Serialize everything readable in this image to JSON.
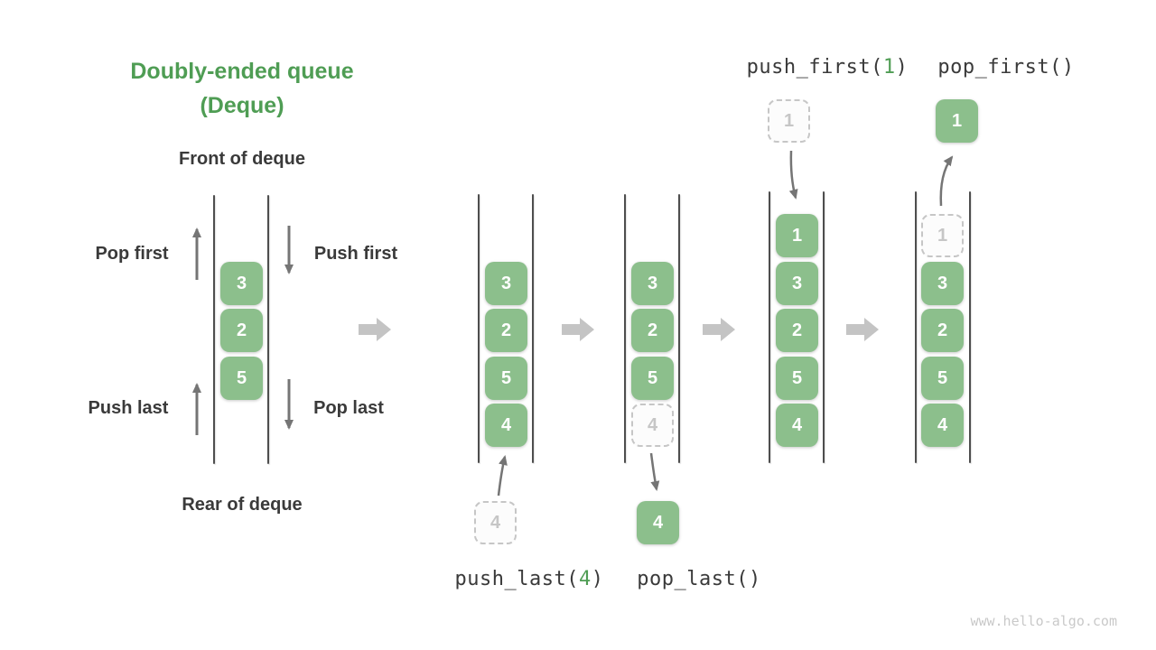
{
  "title": {
    "line1": "Doubly-ended queue",
    "line2": "(Deque)"
  },
  "deque_labels": {
    "front": "Front of deque",
    "rear": "Rear of deque",
    "pop_first": "Pop first",
    "push_first": "Push first",
    "push_last": "Push last",
    "pop_last": "Pop last"
  },
  "operations": {
    "push_last": {
      "prefix": "push_last(",
      "arg": "4",
      "suffix": ")"
    },
    "pop_last": {
      "label": "pop_last()"
    },
    "push_first": {
      "prefix": "push_first(",
      "arg": "1",
      "suffix": ")"
    },
    "pop_first": {
      "label": "pop_first()"
    }
  },
  "diagram": {
    "columns": [
      {
        "name": "initial-deque",
        "boxes": [
          "3",
          "2",
          "5"
        ]
      },
      {
        "name": "after-push-last",
        "boxes": [
          "3",
          "2",
          "5",
          "4"
        ],
        "incoming": "4"
      },
      {
        "name": "after-pop-last",
        "boxes": [
          "3",
          "2",
          "5"
        ],
        "ghost": "4",
        "outgoing": "4"
      },
      {
        "name": "after-push-first",
        "boxes": [
          "1",
          "3",
          "2",
          "5",
          "4"
        ],
        "incoming": "1"
      },
      {
        "name": "after-pop-first",
        "boxes": [
          "3",
          "2",
          "5",
          "4"
        ],
        "ghost": "1",
        "outgoing": "1"
      }
    ]
  },
  "watermark": "www.hello-algo.com",
  "colors": {
    "box_green": "#8CBF8C",
    "accent_green": "#4F9D54",
    "text_dark": "#3A3A3A",
    "arrow_gray": "#757575",
    "flow_arrow_gray": "#C4C4C4",
    "rail_gray": "#4E4E4E",
    "ghost_border": "#C6C6C6",
    "ghost_text": "#C6C6C6",
    "ghost_fill": "#FCFCFC",
    "watermark_gray": "#C9C9C9",
    "box_text": "#FFFFFF",
    "background": "#FFFFFF"
  }
}
